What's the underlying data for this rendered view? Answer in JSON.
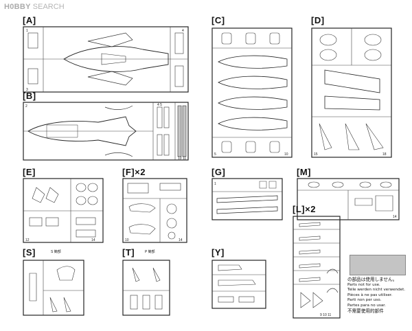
{
  "watermark": {
    "logo": "H0BBY",
    "text": "SEARCH"
  },
  "sprue_labels": {
    "A": "[A]",
    "B": "[B]",
    "C": "[C]",
    "D": "[D]",
    "E": "[E]",
    "F": "[F]",
    "F_mult": "×2",
    "G": "[G]",
    "M": "[M]",
    "L": "[L]",
    "L_mult": "×2",
    "S": "[S]",
    "T": "[T]",
    "Y": "[Y]"
  },
  "sub_notes": {
    "S": "S 簡部",
    "T": "P 簡部"
  },
  "legend": {
    "swatch_color": "#c4c4c4",
    "lines": [
      "の部品は使用しません。",
      "Parts not for use.",
      "Teile werden nicht verwendet.",
      "Pièces à ne pas utiliser.",
      "Parti non per uso.",
      "Partes para no usar.",
      "不需要使用的部件"
    ]
  }
}
